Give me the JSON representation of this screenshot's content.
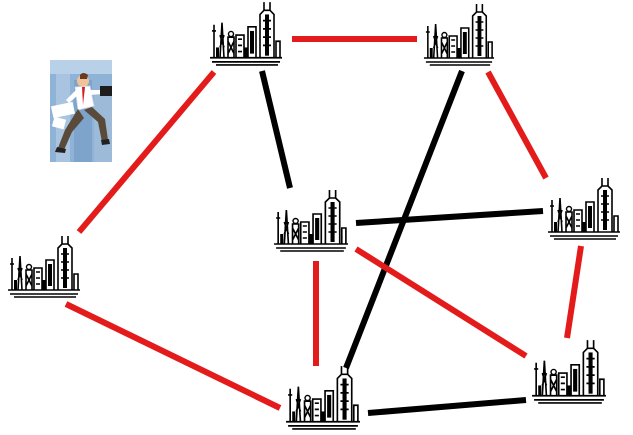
{
  "diagram": {
    "colors": {
      "red": "#e31b1b",
      "black": "#000000"
    },
    "nodes": [
      {
        "id": "n1",
        "icon": "city-skyline-icon"
      },
      {
        "id": "n2",
        "icon": "city-skyline-icon"
      },
      {
        "id": "n3",
        "icon": "city-skyline-icon"
      },
      {
        "id": "n4",
        "icon": "city-skyline-icon"
      },
      {
        "id": "n5",
        "icon": "city-skyline-icon"
      },
      {
        "id": "n6",
        "icon": "city-skyline-icon"
      },
      {
        "id": "n7",
        "icon": "city-skyline-icon"
      },
      {
        "id": "n8",
        "icon": "city-skyline-icon"
      }
    ],
    "edges": [
      {
        "from": "n1",
        "to": "n2",
        "color": "red"
      },
      {
        "from": "n1",
        "to": "n3",
        "color": "red"
      },
      {
        "from": "n1",
        "to": "n4",
        "color": "black"
      },
      {
        "from": "n2",
        "to": "n5",
        "color": "red"
      },
      {
        "from": "n2",
        "to": "n7",
        "color": "black"
      },
      {
        "from": "n3",
        "to": "n7",
        "color": "red"
      },
      {
        "from": "n4",
        "to": "n5",
        "color": "black"
      },
      {
        "from": "n4",
        "to": "n6",
        "color": "red"
      },
      {
        "from": "n4",
        "to": "n7",
        "color": "red"
      },
      {
        "from": "n5",
        "to": "n6",
        "color": "red"
      },
      {
        "from": "n7",
        "to": "n6",
        "color": "black"
      }
    ],
    "clipart": {
      "icon": "running-businessman-icon"
    }
  }
}
